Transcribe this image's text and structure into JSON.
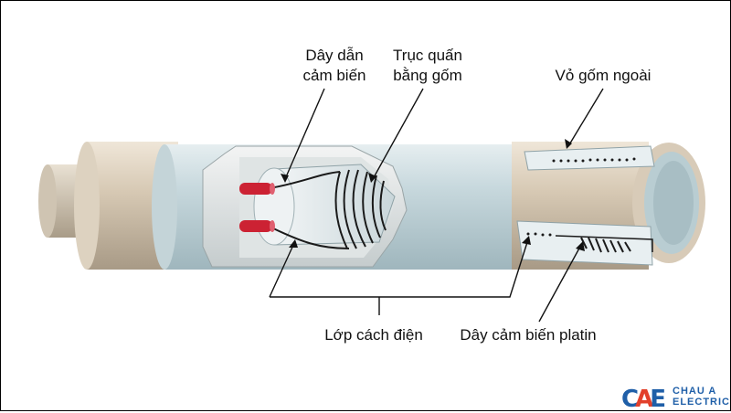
{
  "labels": {
    "sensor_lead_line1": "Dây dẫn",
    "sensor_lead_line2": "cảm biến",
    "ceramic_core_line1": "Trục quấn",
    "ceramic_core_line2": "bằng gốm",
    "outer_shell": "Vỏ gốm ngoài",
    "insulation_layer": "Lớp cách điện",
    "platinum_wire": "Dây cảm biến platin"
  },
  "logo": {
    "mark": "CAE",
    "text_line1": "CHAU A",
    "text_line2": "ELECTRIC"
  },
  "colors": {
    "tube_body": "#c9d9de",
    "tube_ring": "#d8cbb8",
    "insulation": "#e9ecec",
    "lead_red": "#cc2233",
    "logo_blue": "#1f5fa8",
    "logo_red": "#e2402b"
  }
}
